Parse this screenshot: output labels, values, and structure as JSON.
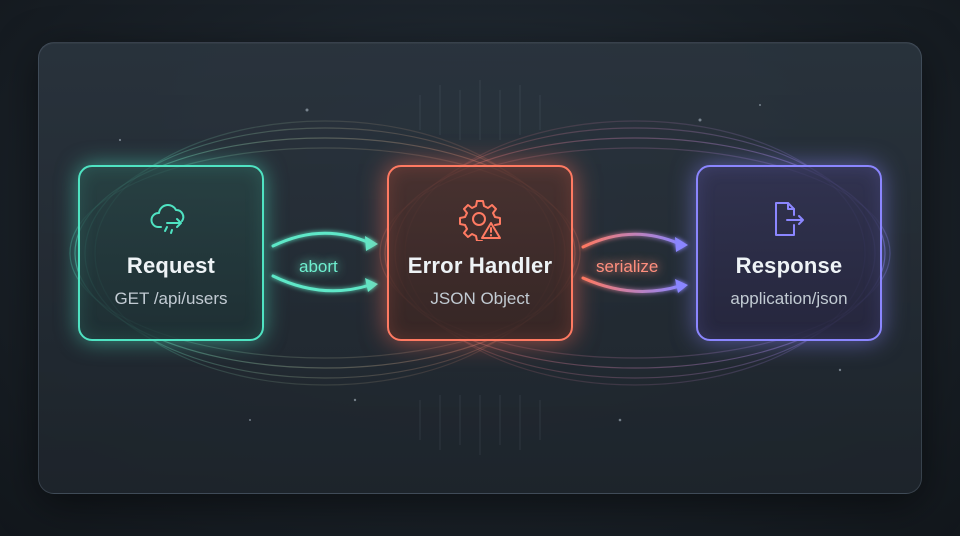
{
  "nodes": {
    "request": {
      "title": "Request",
      "subtitle": "GET /api/users",
      "icon": "cloud-arrow-icon",
      "color": "#4fe3c2"
    },
    "error_handler": {
      "title": "Error Handler",
      "subtitle": "JSON Object",
      "icon": "gear-warning-icon",
      "color": "#ff7a62"
    },
    "response": {
      "title": "Response",
      "subtitle": "application/json",
      "icon": "document-export-icon",
      "color": "#8b86ff"
    }
  },
  "edges": {
    "abort": {
      "label": "abort",
      "from": "Request",
      "to": "Error Handler"
    },
    "serialize": {
      "label": "serialize",
      "from": "Error Handler",
      "to": "Response"
    }
  }
}
